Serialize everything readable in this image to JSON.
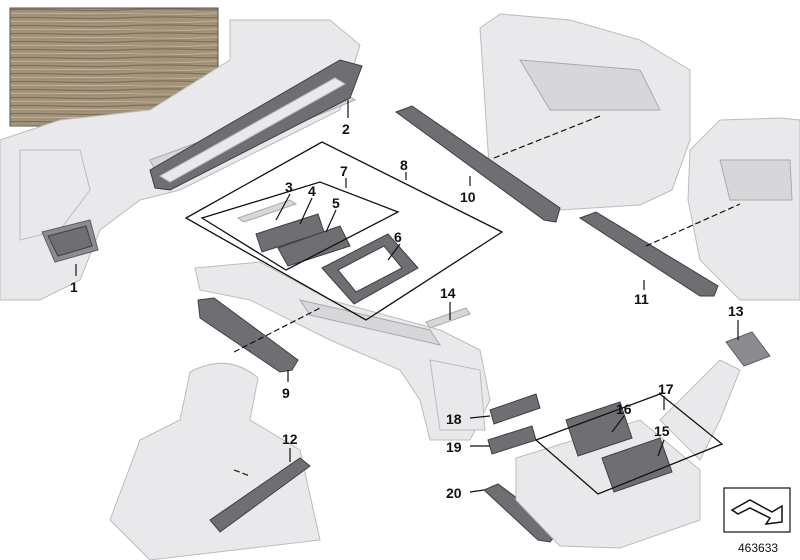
{
  "callouts": [
    {
      "id": "1",
      "text": "1"
    },
    {
      "id": "2",
      "text": "2"
    },
    {
      "id": "3",
      "text": "3"
    },
    {
      "id": "4",
      "text": "4"
    },
    {
      "id": "5",
      "text": "5"
    },
    {
      "id": "6",
      "text": "6"
    },
    {
      "id": "7",
      "text": "7"
    },
    {
      "id": "8",
      "text": "8"
    },
    {
      "id": "9",
      "text": "9"
    },
    {
      "id": "10",
      "text": "10"
    },
    {
      "id": "11",
      "text": "11"
    },
    {
      "id": "12",
      "text": "12"
    },
    {
      "id": "13",
      "text": "13"
    },
    {
      "id": "14",
      "text": "14"
    },
    {
      "id": "15",
      "text": "15"
    },
    {
      "id": "16",
      "text": "16"
    },
    {
      "id": "17",
      "text": "17"
    },
    {
      "id": "18",
      "text": "18"
    },
    {
      "id": "19",
      "text": "19"
    },
    {
      "id": "20",
      "text": "20"
    }
  ],
  "diagram_number": "463633",
  "colors": {
    "wood_light": "#a89a7e",
    "wood_dark": "#6e6450",
    "part_fill": "#e9e9eb",
    "trim_fill": "#6f6f73"
  }
}
